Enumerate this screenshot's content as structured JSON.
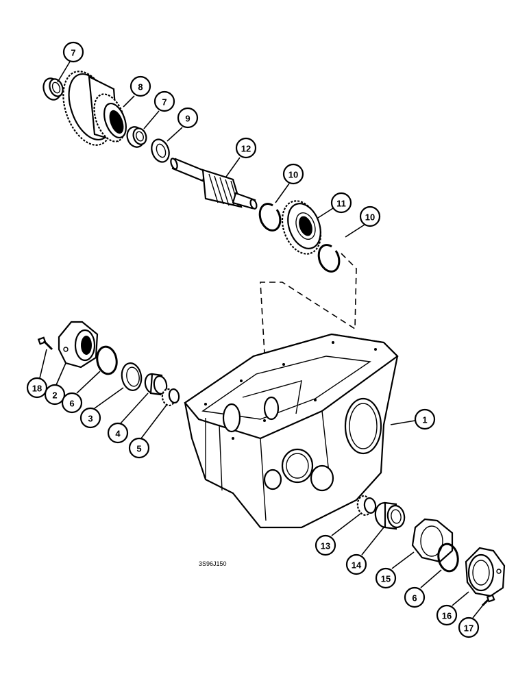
{
  "figure": {
    "drawing_code": "3S96J150",
    "callouts": [
      {
        "label": "7"
      },
      {
        "label": "8"
      },
      {
        "label": "7"
      },
      {
        "label": "9"
      },
      {
        "label": "12"
      },
      {
        "label": "10"
      },
      {
        "label": "11"
      },
      {
        "label": "10"
      },
      {
        "label": "18"
      },
      {
        "label": "2"
      },
      {
        "label": "6"
      },
      {
        "label": "3"
      },
      {
        "label": "4"
      },
      {
        "label": "5"
      },
      {
        "label": "1"
      },
      {
        "label": "13"
      },
      {
        "label": "14"
      },
      {
        "label": "15"
      },
      {
        "label": "6"
      },
      {
        "label": "16"
      },
      {
        "label": "17"
      }
    ]
  }
}
